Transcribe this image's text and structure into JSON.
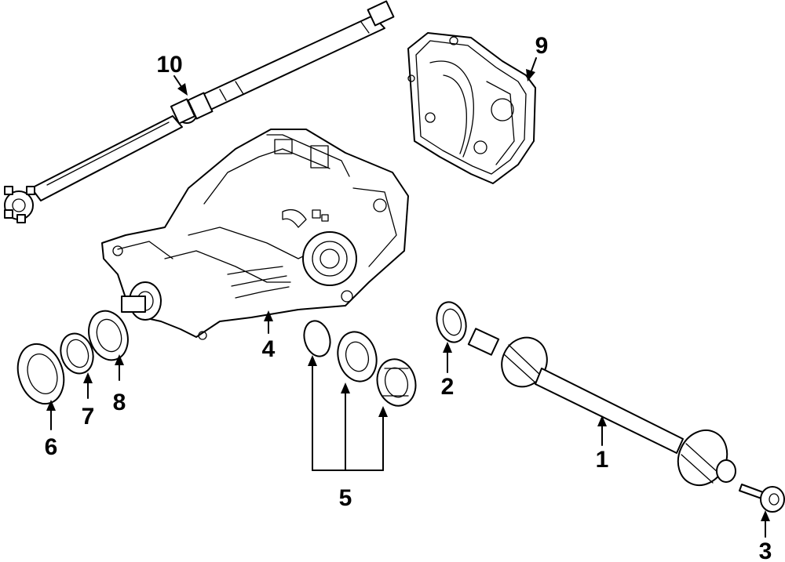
{
  "parts": [
    {
      "callout": "1",
      "icon": "axle-shaft-icon"
    },
    {
      "callout": "2",
      "icon": "ring-seal-icon"
    },
    {
      "callout": "3",
      "icon": "bolt-icon"
    },
    {
      "callout": "4",
      "icon": "differential-housing-icon"
    },
    {
      "callout": "5",
      "icon": "bearing-kit-icon"
    },
    {
      "callout": "6",
      "icon": "seal-icon"
    },
    {
      "callout": "7",
      "icon": "snap-ring-icon"
    },
    {
      "callout": "8",
      "icon": "seal-ring-icon"
    },
    {
      "callout": "9",
      "icon": "cover-icon"
    },
    {
      "callout": "10",
      "icon": "drive-shaft-icon"
    }
  ]
}
